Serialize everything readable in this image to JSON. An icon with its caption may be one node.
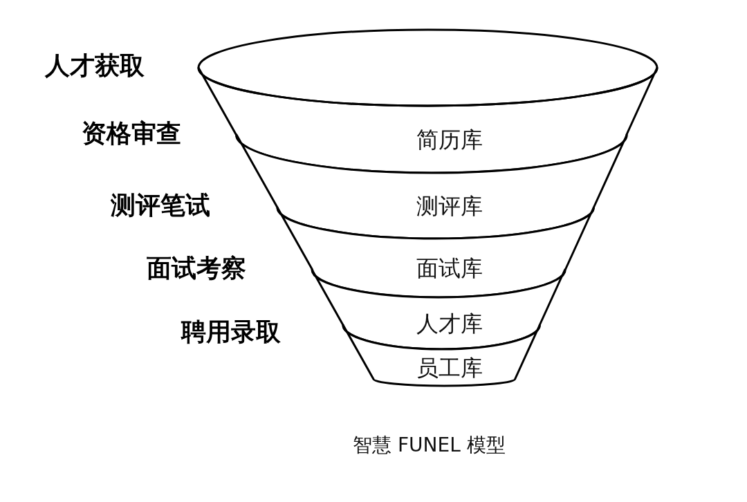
{
  "diagram": {
    "caption": "智慧 FUNEL 模型",
    "nodes": [
      {
        "text": [],
        "shape": "ellipse"
      },
      {
        "text": [
          "简历库"
        ]
      },
      {
        "text": [
          "测评库"
        ]
      },
      {
        "text": [
          "面试库"
        ]
      },
      {
        "text": [
          "人才库"
        ]
      },
      {
        "text": [
          "员工库"
        ]
      }
    ],
    "labels": [
      "人才获取",
      "资格审查",
      "测评笔试",
      "面试考察",
      "聘用录取"
    ]
  }
}
